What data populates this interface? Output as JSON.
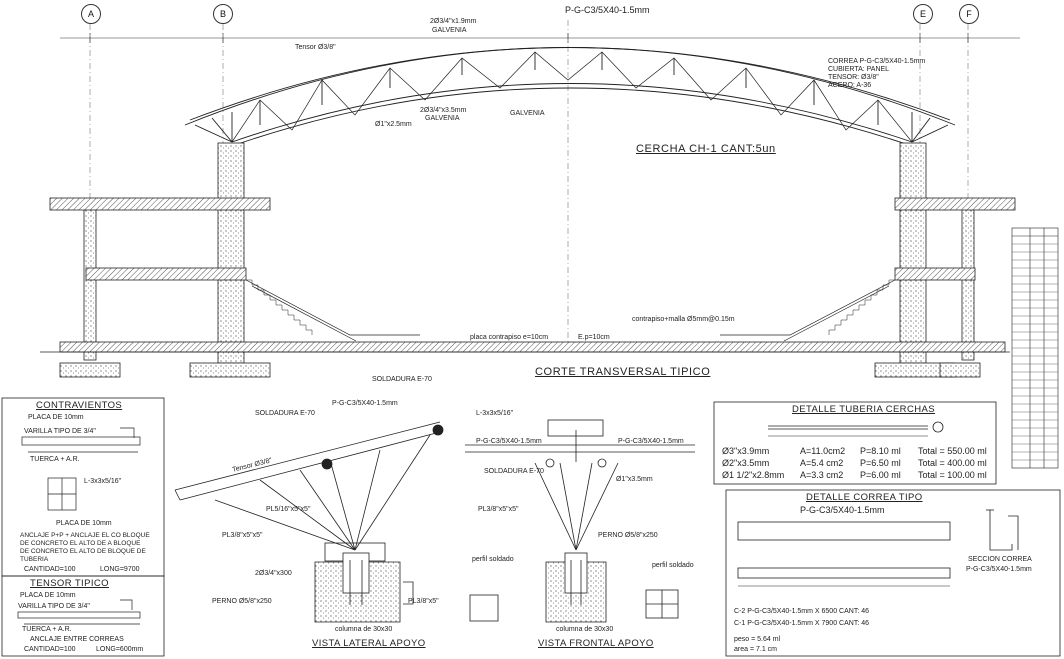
{
  "grid_axes": [
    "A",
    "B",
    "E",
    "F"
  ],
  "main": {
    "section_title": "CORTE TRANSVERSAL TIPICO",
    "truss_label": "CERCHA CH-1  CANT:5un",
    "tensor_label": "Tensor Ø3/8\"",
    "top_callout": "P-G-C3/5X40-1.5mm",
    "callouts": [
      "2Ø3/4\"x1.9mm",
      "GALVENIA",
      "2Ø3/4\"x3.5mm",
      "GALVENIA",
      "Ø1\"x2.5mm",
      "GALVENIA"
    ],
    "note_lines": [
      "CORREA P-G-C3/5X40-1.5mm",
      "CUBIERTA: PANEL",
      "TENSOR: Ø3/8\"",
      "ACERO: A-36"
    ],
    "floor_labels": [
      "placa contrapiso e=10cm",
      "E.p=10cm",
      "contrapiso+malla Ø5mm@0.15m"
    ]
  },
  "correas_table": {
    "title": "CONTRAVIENTOS",
    "rows": [
      "PLACA DE 10mm",
      "VARILLA TIPO DE 3/4\"",
      "TUERCA + A.R.",
      "L-3x3x5/16\"",
      "PLACA DE 10mm"
    ],
    "note": "ANCLAJE P+P + ANCLAJE EL CO BLOQUE DE CONCRETO EL ALTO DE A BLOQUE DE CONCRETO EL ALTO DE BLOQUE DE TUBERIA",
    "qty": "CANTIDAD=100",
    "length": "LONG=9700"
  },
  "tensor_table": {
    "title": "TENSOR TIPICO",
    "rows": [
      "PLACA DE 10mm",
      "VARILLA TIPO DE 3/4\"",
      "TUERCA + A.R."
    ],
    "note": "ANCLAJE ENTRE CORREAS",
    "qty": "CANTIDAD=100",
    "length": "LONG=600mm"
  },
  "lateral_view": {
    "title": "VISTA LATERAL APOYO",
    "labels": [
      "SOLDADURA E-70",
      "P-G-C3/5X40-1.5mm",
      "SOLDADURA E-70",
      "Tensor Ø3/8\"",
      "PL5/16\"x5\"x5\"",
      "PL3/8\"x5\"x5\"",
      "2Ø3/4\"x300",
      "PERNO Ø5/8\"x250",
      "PL3/8\"x5\"",
      "columna de 30x30"
    ]
  },
  "frontal_view": {
    "title": "VISTA FRONTAL APOYO",
    "labels": [
      "L-3x3x5/16\"",
      "P-G-C3/5X40-1.5mm",
      "P-G-C3/5X40-1.5mm",
      "SOLDADURA E-70",
      "Ø1\"x3.5mm",
      "PL3/8\"x5\"x5\"",
      "PERNO Ø5/8\"x250",
      "columna de 30x30",
      "perfil soldado",
      "perfil soldado"
    ]
  },
  "tuberia_detail": {
    "title": "DETALLE TUBERIA CERCHAS",
    "rows": [
      [
        "Ø3\"x3.9mm",
        "A=11.0cm2",
        "P=8.10 ml",
        "Total = 550.00 ml"
      ],
      [
        "Ø2\"x3.5mm",
        "A=5.4 cm2",
        "P=6.50 ml",
        "Total = 400.00 ml"
      ],
      [
        "Ø1 1/2\"x2.8mm",
        "A=3.3 cm2",
        "P=6.00 ml",
        "Total = 100.00 ml"
      ]
    ]
  },
  "correa_detail": {
    "title": "DETALLE CORREA TIPO",
    "subtitle": "P-G-C3/5X40-1.5mm",
    "lines": [
      "C-2 P-G-C3/5X40-1.5mm X 6500 CANT: 46",
      "C-1 P-G-C3/5X40-1.5mm X 7900 CANT: 46"
    ],
    "weight": "peso = 5.64 ml",
    "area": "area = 7.1 cm",
    "section_label": "SECCION CORREA",
    "section_spec": "P-G-C3/5X40-1.5mm"
  },
  "colors": {
    "line": "#222222",
    "hatch": "#555555",
    "paper": "#ffffff"
  }
}
